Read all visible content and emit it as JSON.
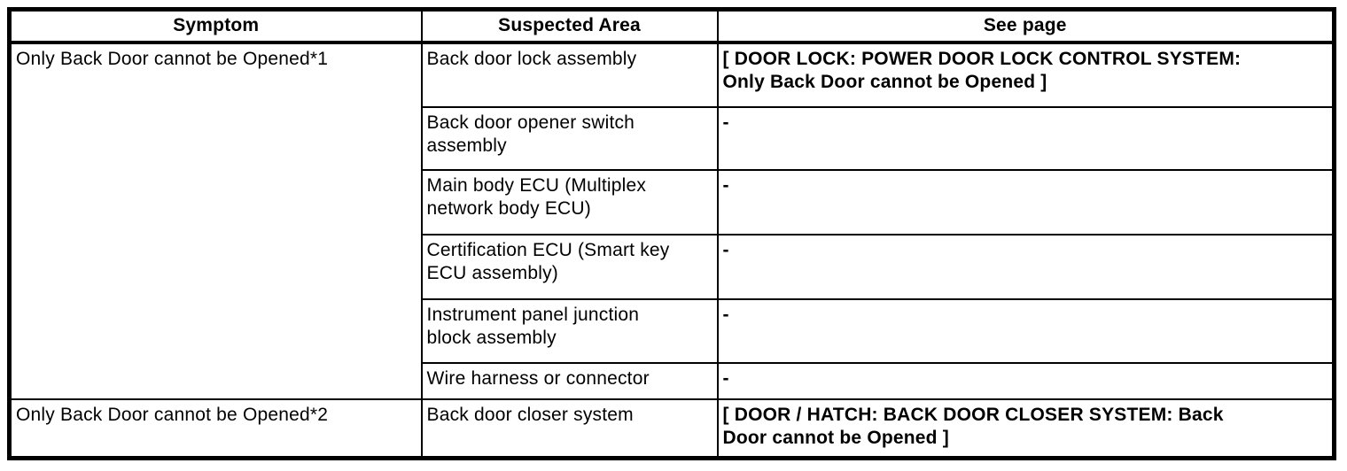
{
  "table": {
    "headers": [
      "Symptom",
      "Suspected Area",
      "See page"
    ],
    "groups": [
      {
        "symptom": "Only Back Door cannot be Opened*1",
        "rows": [
          {
            "suspected_area": "Back door lock assembly",
            "see_page": "[ DOOR LOCK: POWER DOOR LOCK CONTROL SYSTEM:\nOnly Back Door cannot be Opened ]"
          },
          {
            "suspected_area": "Back door opener switch\nassembly",
            "see_page": "-"
          },
          {
            "suspected_area": "Main body ECU (Multiplex\nnetwork body ECU)",
            "see_page": "-"
          },
          {
            "suspected_area": "Certification ECU (Smart key\nECU assembly)",
            "see_page": "-"
          },
          {
            "suspected_area": "Instrument panel junction\nblock assembly",
            "see_page": "-"
          },
          {
            "suspected_area": "Wire harness or connector",
            "see_page": "-"
          }
        ]
      },
      {
        "symptom": "Only Back Door cannot be Opened*2",
        "rows": [
          {
            "suspected_area": "Back door closer system",
            "see_page": "[ DOOR / HATCH: BACK DOOR CLOSER SYSTEM: Back\nDoor cannot be Opened ]"
          }
        ]
      }
    ],
    "colors": {
      "border": "#000000",
      "background": "#ffffff",
      "text": "#000000"
    }
  }
}
